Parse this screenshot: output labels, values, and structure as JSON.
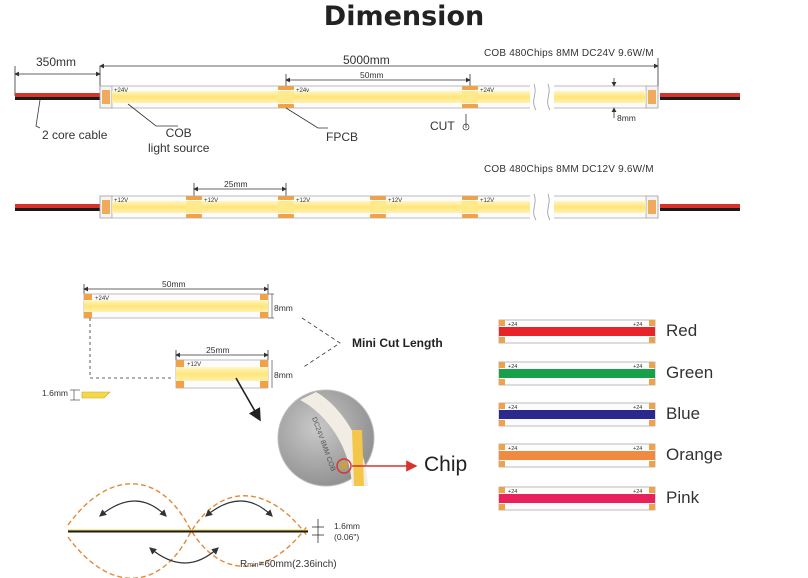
{
  "title": "Dimension",
  "strip1": {
    "lead_length": "350mm",
    "total_length": "5000mm",
    "segment_length": "50mm",
    "spec": "COB  480Chips  8MM  DC24V  9.6W/M",
    "pad_label": "+24V",
    "pad_label_short": "+24v",
    "width": "8mm",
    "callouts": {
      "cable": "2 core cable",
      "cob": "COB\nlight source",
      "fpcb": "FPCB",
      "cut": "CUT"
    }
  },
  "strip2": {
    "segment_length": "25mm",
    "spec": "COB  480Chips  8MM  DC12V  9.6W/M",
    "pad_label": "+12V"
  },
  "mini_cut": {
    "label": "Mini Cut Length",
    "seg24": {
      "length": "50mm",
      "width": "8mm",
      "pad": "+24V"
    },
    "seg12": {
      "length": "25mm",
      "width": "8mm",
      "pad": "+12V"
    },
    "thickness": "1.6mm"
  },
  "chip_label": "Chip",
  "photo_print": "DC24V 8MM COB",
  "bend": {
    "thickness": "1.6mm",
    "thickness_in": "(0.06\")",
    "radius_label": "R",
    "radius_sub": "min",
    "radius_value": "=60mm(2.36inch)"
  },
  "colors": [
    {
      "name": "Red",
      "hex": "#e8242a",
      "pad": "+24"
    },
    {
      "name": "Green",
      "hex": "#16a04a",
      "pad": "+24"
    },
    {
      "name": "Blue",
      "hex": "#2a2a8e",
      "pad": "+24"
    },
    {
      "name": "Orange",
      "hex": "#f08a40",
      "pad": "+24"
    },
    {
      "name": "Pink",
      "hex": "#e8205c",
      "pad": "+24"
    }
  ],
  "palette": {
    "cob_yellow": "#ffe98a",
    "pad_orange": "#f0a24a",
    "cable_red": "#d8322a",
    "cable_dark": "#1a1a1a"
  }
}
